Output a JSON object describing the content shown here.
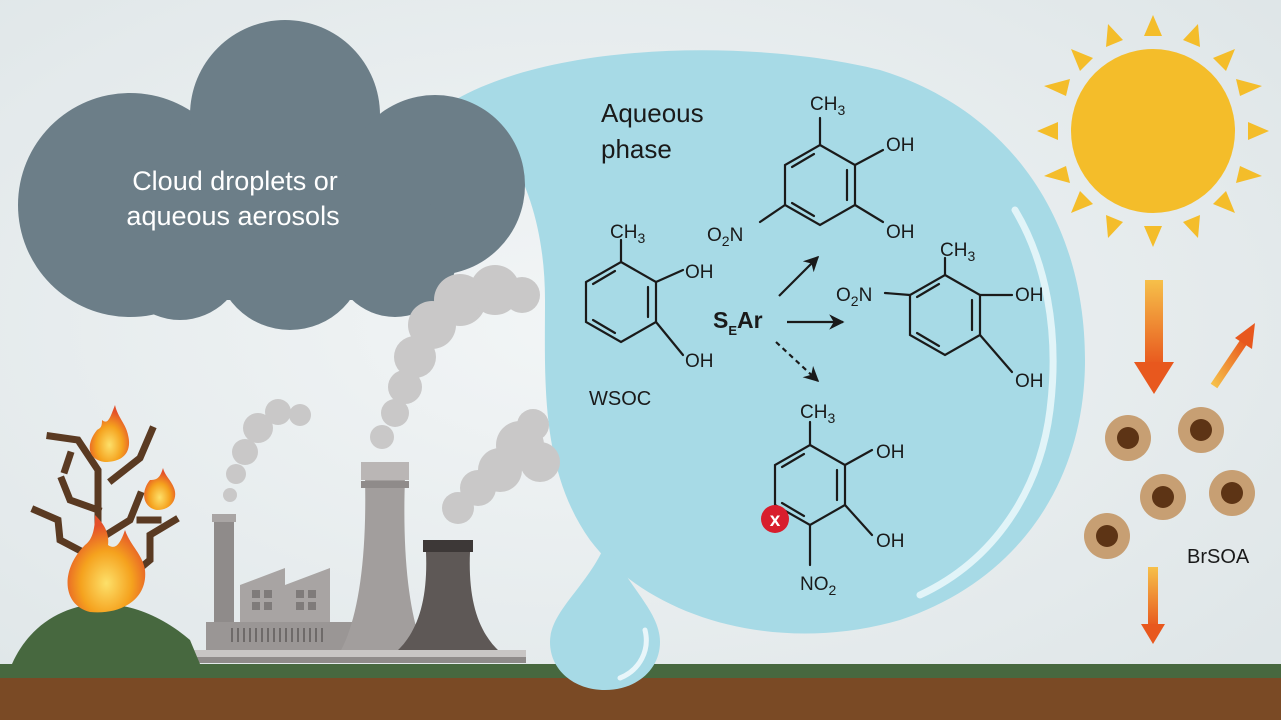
{
  "cloud": {
    "line1": "Cloud droplets or",
    "line2": "aqueous aerosols"
  },
  "droplet": {
    "title_line1": "Aqueous",
    "title_line2": "phase"
  },
  "reactant": {
    "methyl": "CH",
    "methyl_sub": "3",
    "oh_top": "OH",
    "oh_bottom": "OH",
    "label": "WSOC"
  },
  "reaction": {
    "main": "S",
    "subscript": "E",
    "suffix": "Ar"
  },
  "product1": {
    "methyl": "CH",
    "methyl_sub": "3",
    "oh_top": "OH",
    "oh_bottom": "OH",
    "nitro_o": "O",
    "nitro_sub": "2",
    "nitro_n": "N"
  },
  "product2": {
    "methyl": "CH",
    "methyl_sub": "3",
    "oh_top": "OH",
    "oh_bottom": "OH",
    "nitro_o": "O",
    "nitro_sub": "2",
    "nitro_n": "N"
  },
  "product3": {
    "methyl": "CH",
    "methyl_sub": "3",
    "oh_top": "OH",
    "oh_bottom": "OH",
    "nitro_no": "NO",
    "nitro_sub": "2",
    "blocked_mark": "x"
  },
  "aerosol": {
    "label": "BrSOA"
  },
  "colors": {
    "sky": "#e4eaec",
    "cloud": "#6c7e88",
    "droplet": "#a7dae6",
    "ground": "#7a4a25",
    "grass": "#47683f",
    "sun": "#f4bd2a",
    "blocked": "#d81e2d",
    "particle_outer": "#c79f73",
    "particle_inner": "#5d3415"
  }
}
